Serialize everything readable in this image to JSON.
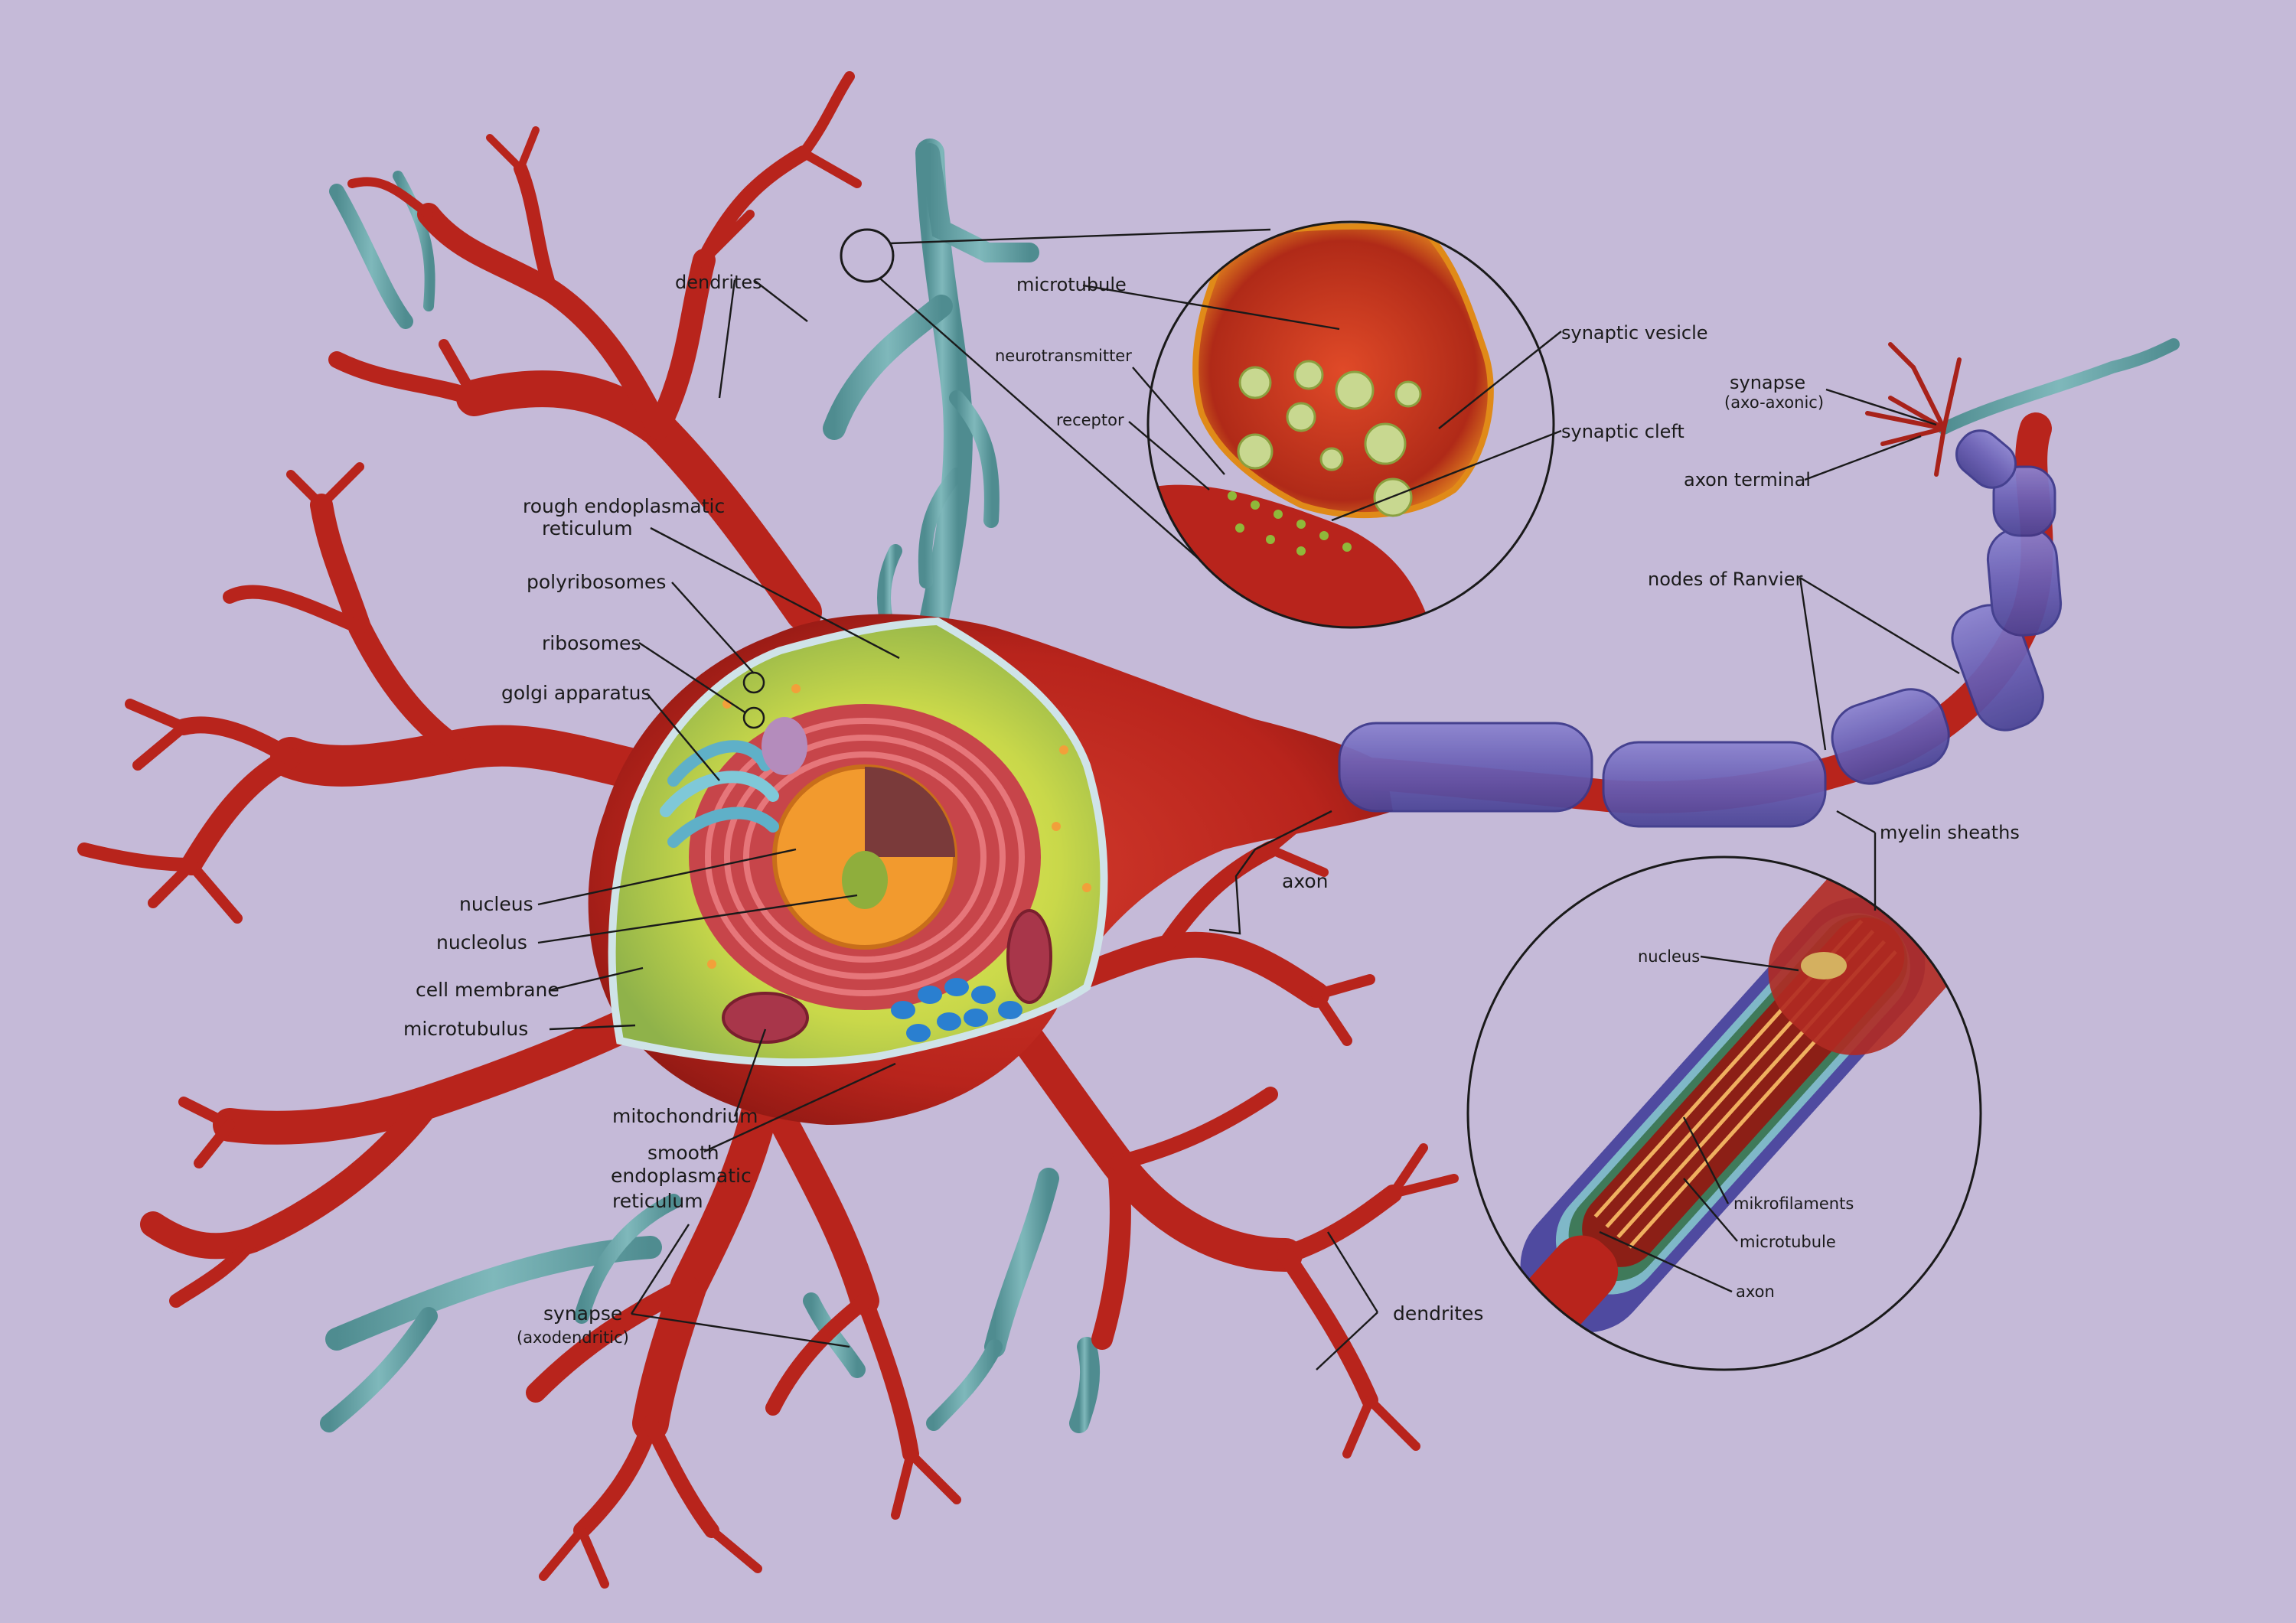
{
  "diagram": {
    "background": "#c5bad8",
    "colors": {
      "neuron_body": "#b8241c",
      "neuron_dark": "#7d140f",
      "neuron_light": "#d84a3c",
      "axon_terminals": "#6aa3a6",
      "myelin": "#6a5fb4",
      "cytoplasm": "#c9d84a",
      "nucleus": "#f29a2e",
      "er": "#d9555c"
    },
    "icons": [
      "neuron-cell-body",
      "synapse-zoom-circle",
      "axon-cross-section-circle"
    ]
  },
  "labels": {
    "dendrites_top": "dendrites",
    "microtubule_top": "microtubule",
    "neurotransmitter": "neurotransmitter",
    "receptor": "receptor",
    "synaptic_vesicle": "synaptic vesicle",
    "synaptic_cleft": "synaptic cleft",
    "synapse_axo_axonic_1": "synapse",
    "synapse_axo_axonic_2": "(axo-axonic)",
    "axon_terminal": "axon terminal",
    "nodes_of_ranvier": "nodes of Ranvier",
    "rough_er_1": "rough endoplasmatic",
    "rough_er_2": "reticulum",
    "polyribosomes": "polyribosomes",
    "ribosomes": "ribosomes",
    "golgi_apparatus": "golgi apparatus",
    "nucleus_main": "nucleus",
    "nucleolus": "nucleolus",
    "cell_membrane": "cell membrane",
    "microtubulus": "microtubulus",
    "axon_main": "axon",
    "myelin_sheaths": "myelin sheaths",
    "mitochondrium": "mitochondrium",
    "smooth_er_1": "smooth",
    "smooth_er_2": "endoplasmatic",
    "smooth_er_3": "reticulum",
    "synapse_axodendritic_1": "synapse",
    "synapse_axodendritic_2": "(axodendritic)",
    "dendrites_bottom": "dendrites",
    "nucleus_zoom": "nucleus",
    "mikrofilaments": "mikrofilaments",
    "microtubule_zoom": "microtubule",
    "axon_zoom": "axon"
  }
}
